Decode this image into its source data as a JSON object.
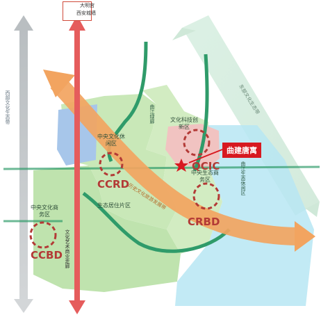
{
  "map": {
    "top_label_1": "大明宫",
    "top_label_2": "西安城墙",
    "left_axis_label": "西部文化生态带",
    "right_diagonal_label": "东部文化生态带",
    "bottom_axis_label": "文化艺术商业走廊",
    "belt_label": "历史文化旅游发展带",
    "green_corridor_label": "曲江绿廊",
    "east_label": "曲江生态休闲区",
    "zones": {
      "ccbd_name": "中央文化商务区",
      "ccrd_name": "中央文化休闲区",
      "tech_name": "文化科技创新区",
      "crbd_name": "中央生态商务区",
      "eco_residential_name": "生态居住片区"
    },
    "codes": {
      "ccbd": "CCBD",
      "ccrd": "CCRD",
      "qcic": "QCIC",
      "crbd": "CRBD"
    },
    "highlight": "曲建唐寓",
    "colors": {
      "red_axis": "#e55c5c",
      "orange_belt": "#f2a460",
      "green_zone": "#bfe3ae",
      "blue_zone": "#a7c6ea",
      "pink_zone": "#f1c3c1",
      "cyan_zone": "#b7e6f3",
      "corridor_green": "#2f9b6a",
      "badge_red": "#d71920"
    }
  }
}
